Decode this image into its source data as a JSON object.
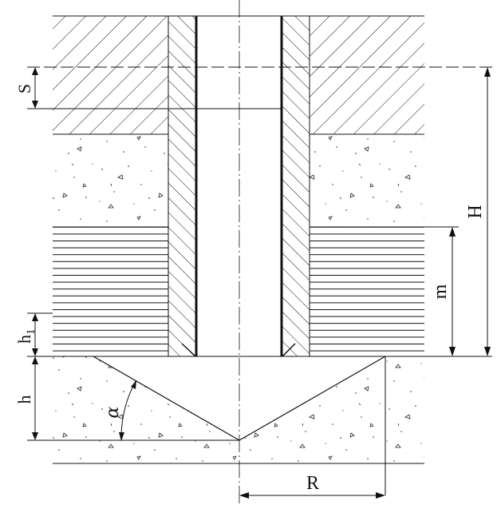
{
  "labels": {
    "S": "S",
    "H": "H",
    "m": "m",
    "h1_main": "h",
    "h1_sub": "1",
    "h": "h",
    "alpha": "α",
    "R": "R"
  },
  "colors": {
    "line": "#111111",
    "background": "#ffffff"
  }
}
